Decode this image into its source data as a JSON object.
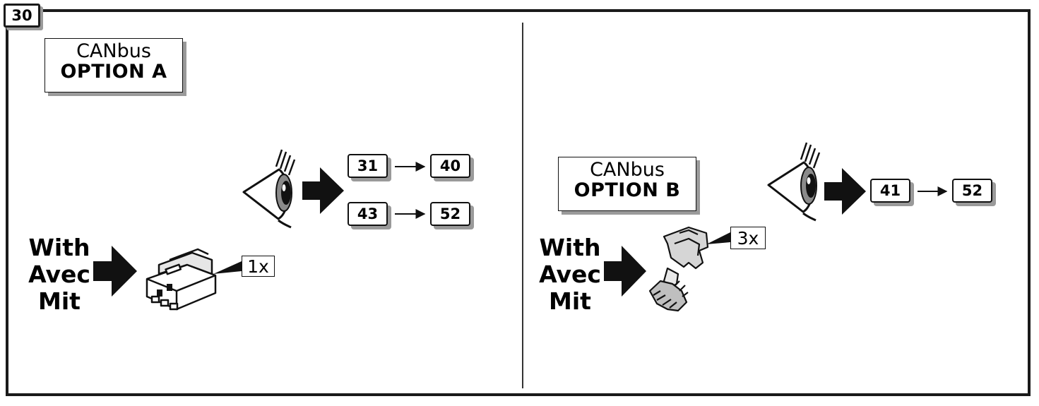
{
  "step_number": "30",
  "option_a": {
    "canbus_label": "CANbus",
    "option_label": "OPTION A",
    "refs": {
      "row1_from": "31",
      "row1_to": "40",
      "row2_from": "43",
      "row2_to": "52"
    },
    "languages": [
      "With",
      "Avec",
      "Mit"
    ],
    "quantity": "1x"
  },
  "option_b": {
    "canbus_label": "CANbus",
    "option_label": "OPTION B",
    "refs": {
      "row1_from": "41",
      "row1_to": "52"
    },
    "languages": [
      "With",
      "Avec",
      "Mit"
    ],
    "quantity": "3x"
  },
  "icons": [
    "eye-icon",
    "right-arrow-icon",
    "connector-icon",
    "clip-icon"
  ]
}
